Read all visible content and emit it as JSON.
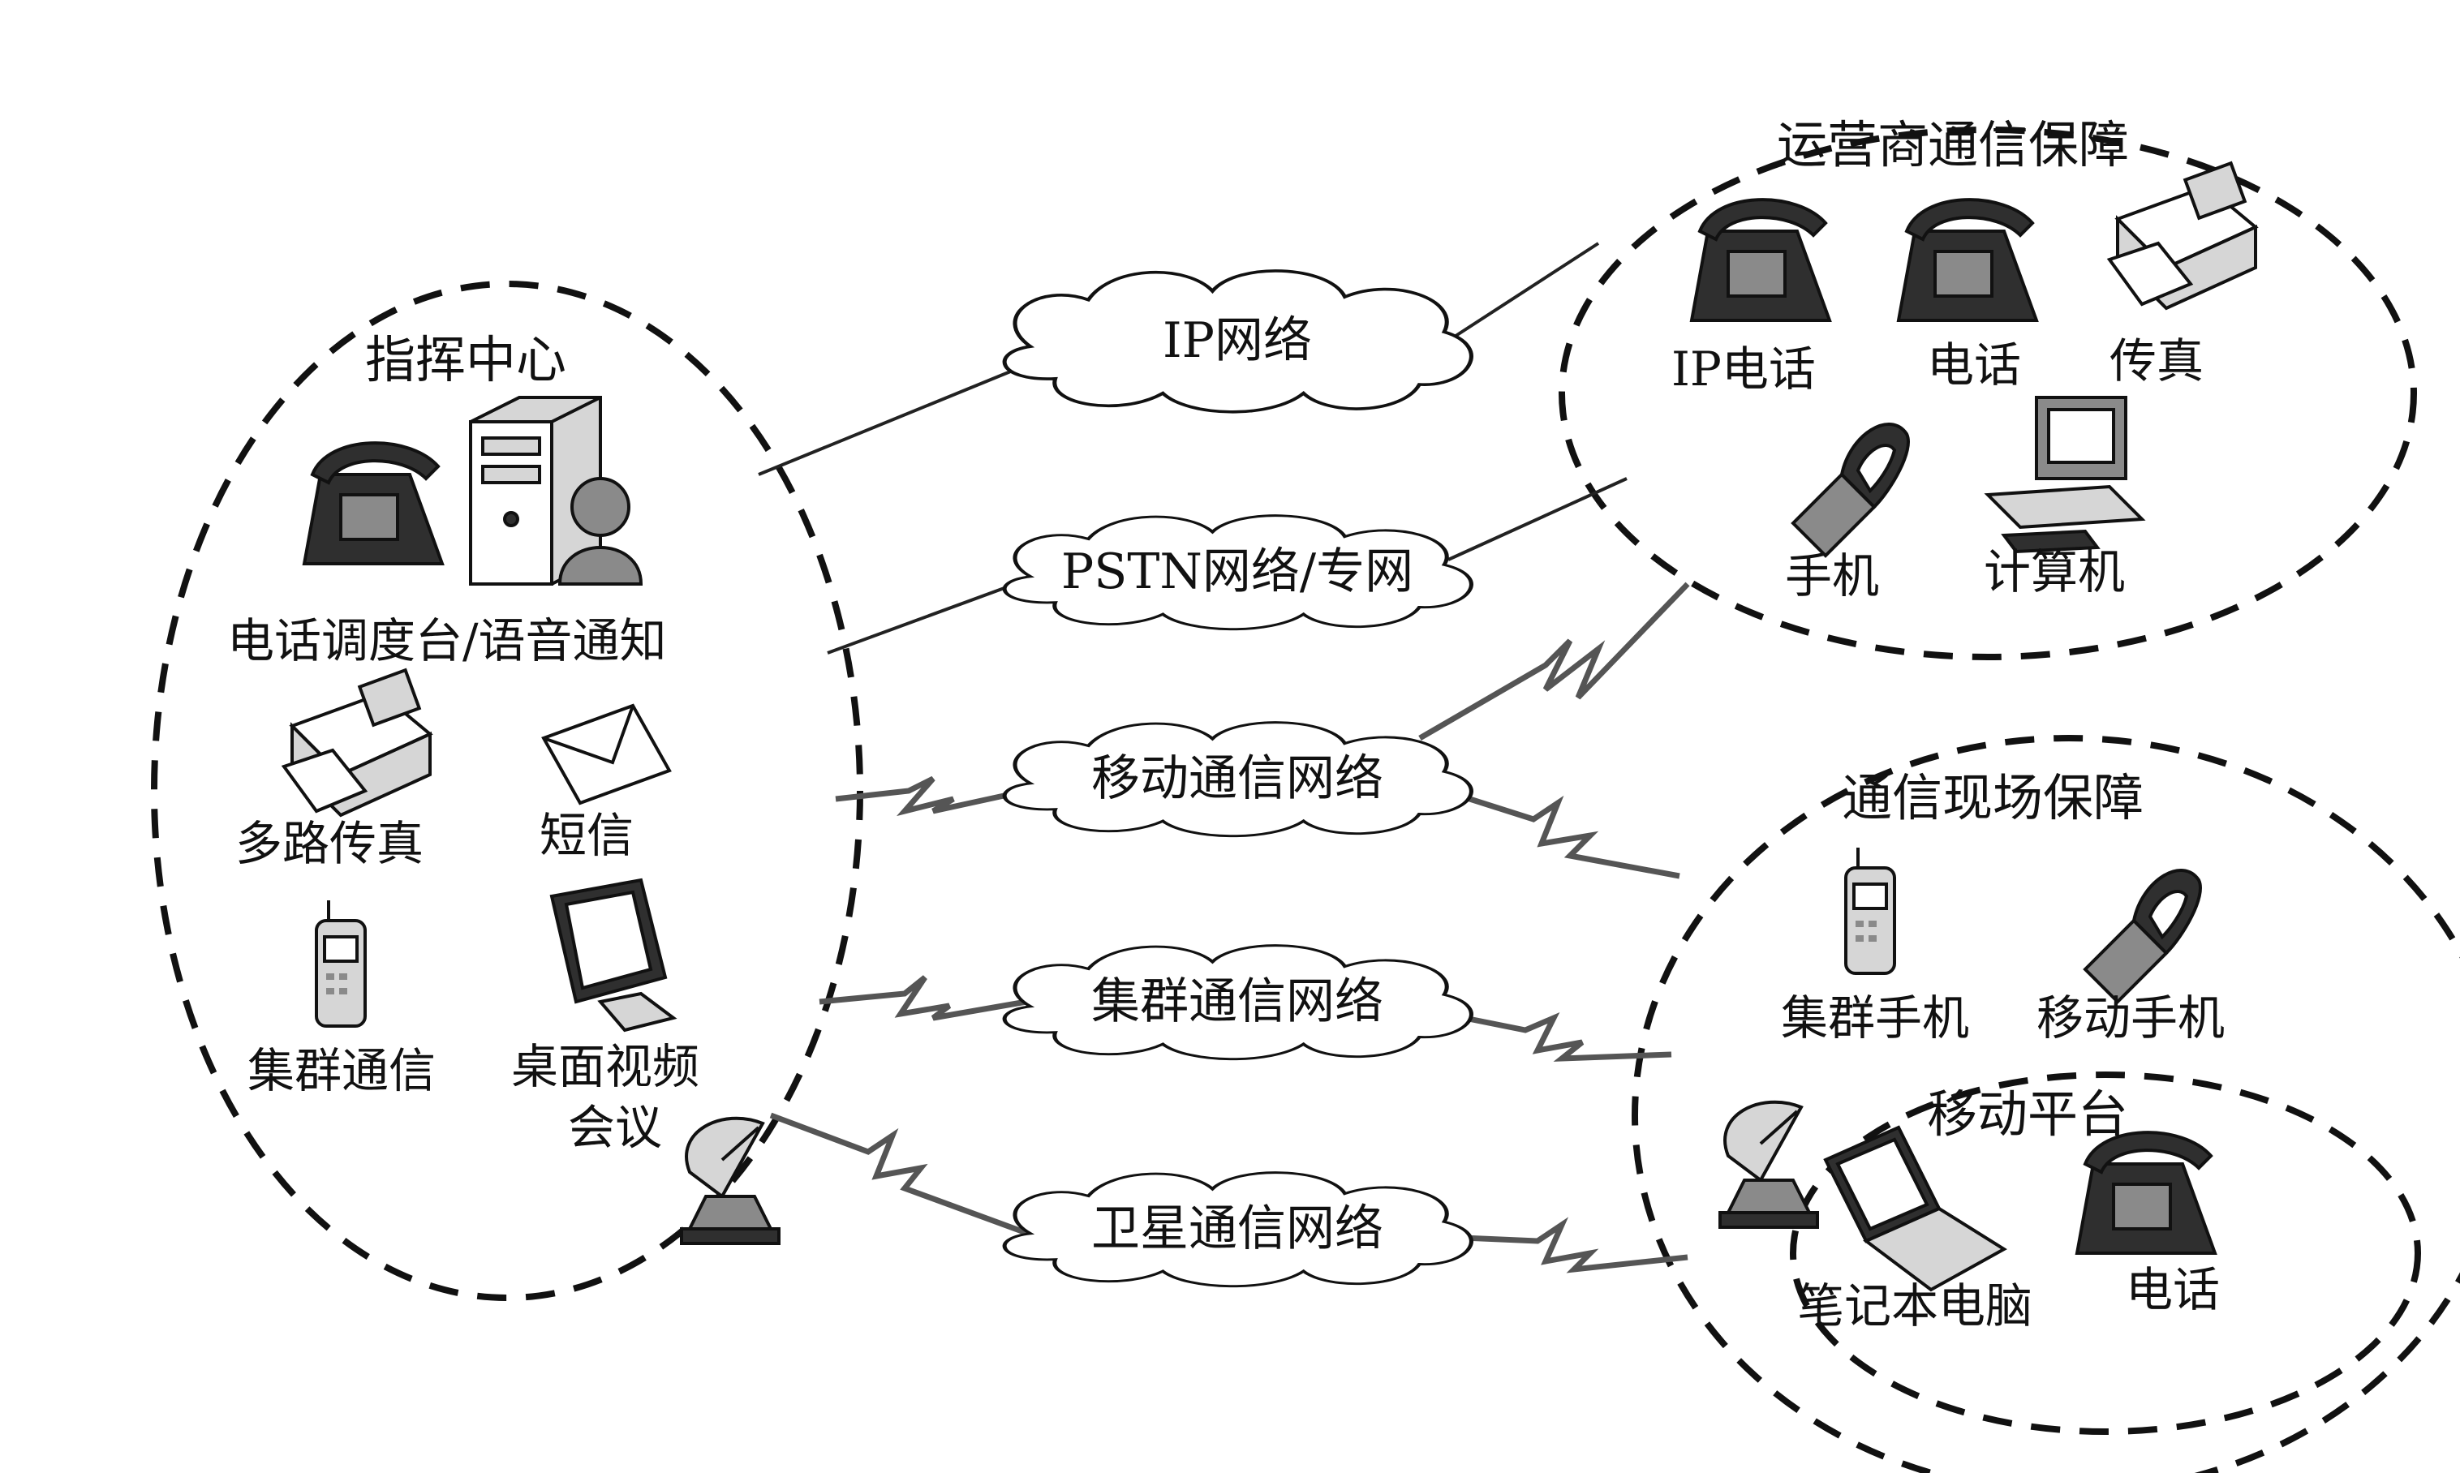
{
  "command_center": {
    "title": "指挥中心",
    "items": {
      "dispatch": "电话调度台/语音通知",
      "fax": "多路传真",
      "sms": "短信",
      "trunking": "集群通信",
      "video_line1": "桌面视频",
      "video_line2": "会议"
    }
  },
  "operator": {
    "title": "运营商通信保障",
    "items": {
      "ip_phone": "IP电话",
      "phone": "电话",
      "fax": "传真",
      "mobile": "手机",
      "computer": "计算机"
    }
  },
  "field": {
    "title": "通信现场保障",
    "items": {
      "trunk_phone": "集群手机",
      "mobile_phone": "移动手机"
    }
  },
  "mobile_platform": {
    "title": "移动平台",
    "items": {
      "laptop": "笔记本电脑",
      "phone": "电话"
    }
  },
  "networks": {
    "ip": "IP网络",
    "pstn": "PSTN网络/专网",
    "mobile": "移动通信网络",
    "trunking": "集群通信网络",
    "satellite": "卫星通信网络"
  },
  "icons": {
    "server": "server-icon",
    "user": "user-icon",
    "desk_phone": "desk-phone-icon",
    "fax": "fax-machine-icon",
    "envelope": "envelope-icon",
    "handheld": "handheld-radio-icon",
    "monitor": "monitor-icon",
    "satellite_dish": "satellite-dish-icon",
    "flip_phone": "flip-phone-icon",
    "computer": "desktop-computer-icon",
    "laptop": "laptop-icon"
  }
}
